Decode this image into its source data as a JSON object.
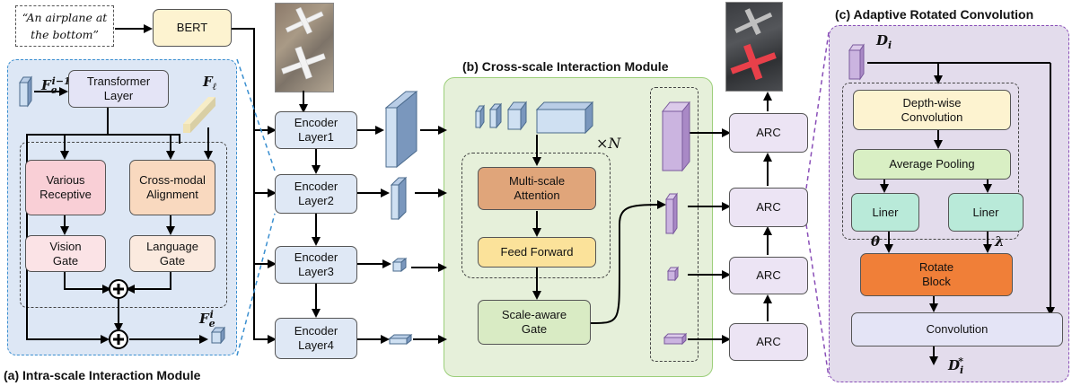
{
  "prompt_text": "“An airplane at\nthe bottom”",
  "bert_label": "BERT",
  "panel_a": {
    "title": "(a) Intra-scale Interaction Module",
    "input_label": "F",
    "input_sup": "i−1",
    "input_sub": "e",
    "transformer": "Transformer\nLayer",
    "text_feature_label": "F",
    "text_feature_sub": "ℓ",
    "various_receptive": "Various\nReceptive",
    "cross_modal": "Cross-modal\nAlignment",
    "vision_gate": "Vision\nGate",
    "language_gate": "Language\nGate",
    "output_label": "F",
    "output_sup": "i",
    "output_sub": "e",
    "plus_symbol": "+"
  },
  "encoders": [
    "Encoder\nLayer1",
    "Encoder\nLayer2",
    "Encoder\nLayer3",
    "Encoder\nLayer4"
  ],
  "panel_b": {
    "title": "(b) Cross-scale Interaction Module",
    "repeat_label": "×N",
    "multi_scale_attention": "Multi-scale\nAttention",
    "feed_forward": "Feed Forward",
    "scale_aware_gate": "Scale-aware\nGate"
  },
  "arc_labels": [
    "ARC",
    "ARC",
    "ARC",
    "ARC"
  ],
  "panel_c": {
    "title": "(c) Adaptive Rotated Convolution",
    "input_label": "D",
    "input_sub": "i",
    "depthwise": "Depth-wise\nConvolution",
    "average_pooling": "Average Pooling",
    "liner_left": "Liner",
    "liner_right": "Liner",
    "theta": "θ",
    "lambda": "λ",
    "rotate_block": "Rotate\nBlock",
    "convolution": "Convolution",
    "output_label": "D",
    "output_sub": "i",
    "output_sup": "*"
  },
  "colors": {
    "panel_a_bg": "#dde7f5",
    "panel_a_border": "#3a8fd0",
    "panel_b_bg": "#e6f0da",
    "panel_b_border": "#9ccf7a",
    "panel_c_bg": "#e3dcec",
    "panel_c_border": "#8a4fb8",
    "bert_fill": "#fdf3d0",
    "encoder_fill": "#dfe8f5",
    "arc_fill": "#ece4f4",
    "transformer_fill": "#e4e4f6",
    "various_fill": "#f9cfd6",
    "crossmodal_fill": "#f9d9bf",
    "vision_gate_fill": "#fbe3e6",
    "language_gate_fill": "#fbeadf",
    "attention_fill": "#e0a57a",
    "feedforward_fill": "#fbe29a",
    "scalegate_fill": "#d9ebc4",
    "depthwise_fill": "#fdf3d0",
    "avgpool_fill": "#d9efc4",
    "liner_fill": "#b9ead9",
    "rotate_fill": "#f07f38",
    "convolution_fill": "#e4e4f6"
  }
}
